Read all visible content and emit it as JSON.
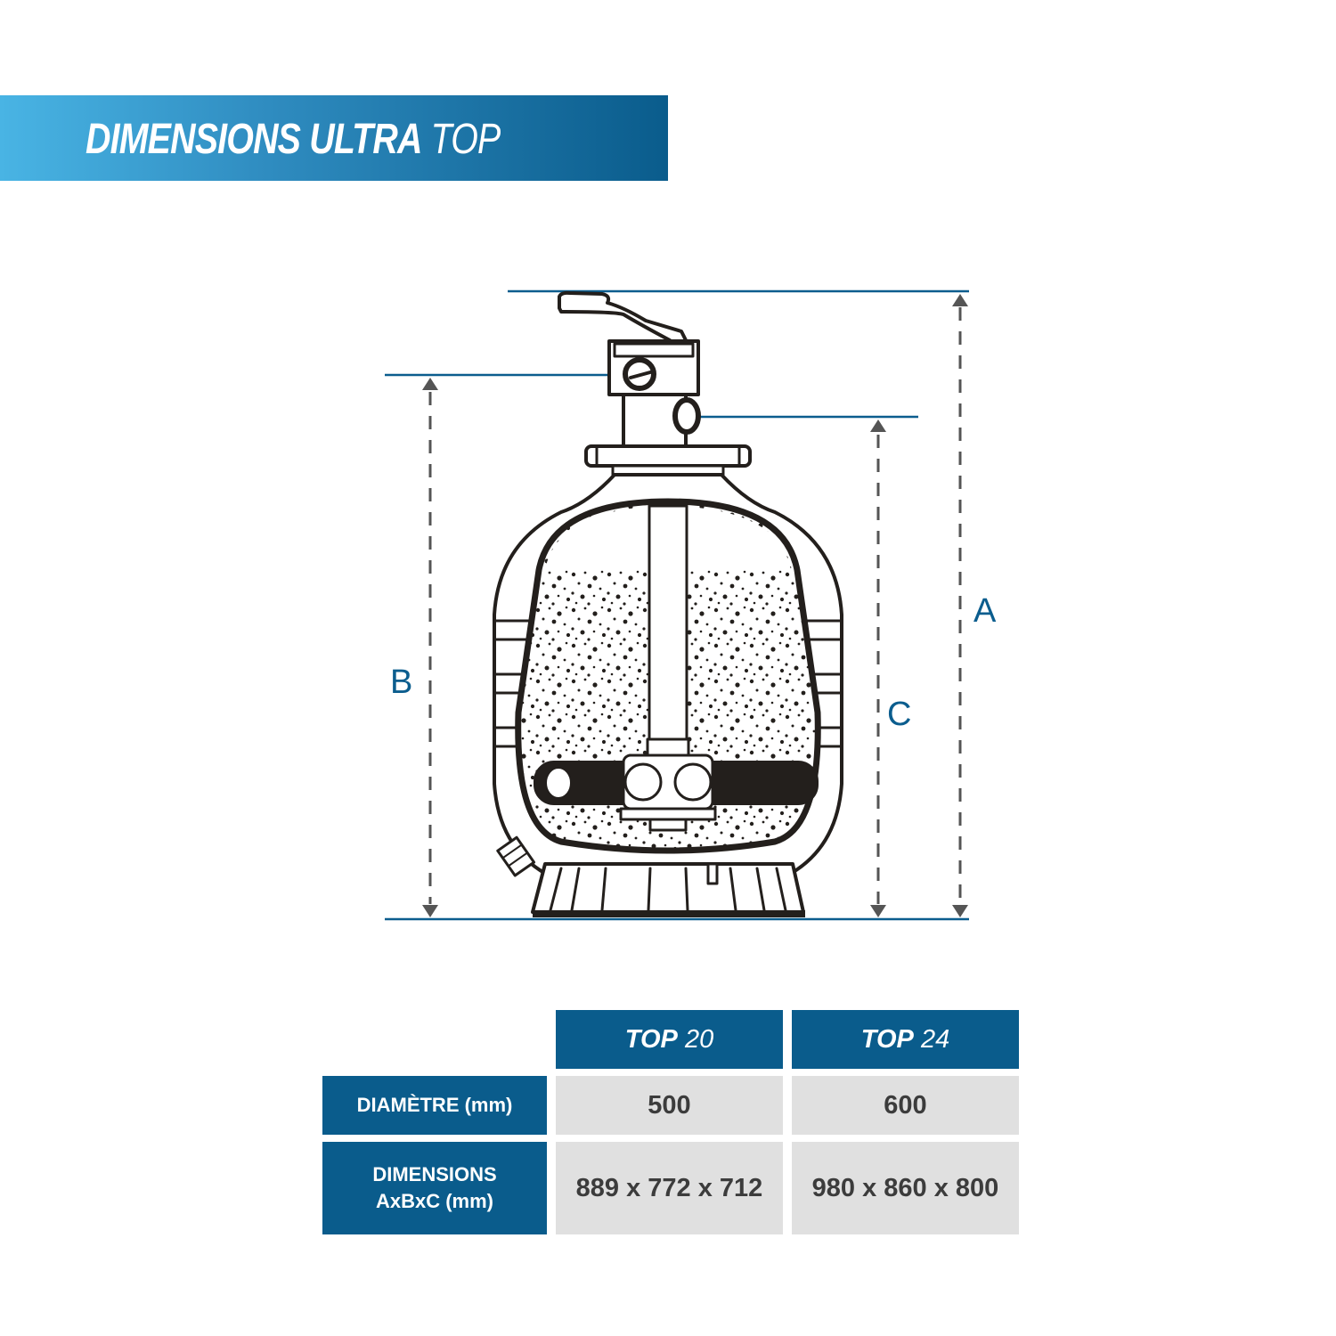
{
  "banner": {
    "title_bold": "DIMENSIONS ULTRA",
    "title_light": "TOP",
    "gradient_start": "#49b4e4",
    "gradient_end": "#0a5c8c"
  },
  "diagram": {
    "subject": "sand-filter-with-top-mount-valve",
    "labels": {
      "A": "A",
      "B": "B",
      "C": "C"
    },
    "line_color": "#0b5d8e",
    "arrow_color": "#555555"
  },
  "table": {
    "columns": [
      {
        "bold": "TOP",
        "light": "20"
      },
      {
        "bold": "TOP",
        "light": "24"
      }
    ],
    "rows": [
      {
        "label_line1": "DIAMÈTRE (mm)",
        "label_line2": "",
        "values": [
          "500",
          "600"
        ]
      },
      {
        "label_line1": "DIMENSIONS",
        "label_line2": "AxBxC (mm)",
        "values": [
          "889 x 772 x 712",
          "980 x 860 x 800"
        ]
      }
    ]
  }
}
